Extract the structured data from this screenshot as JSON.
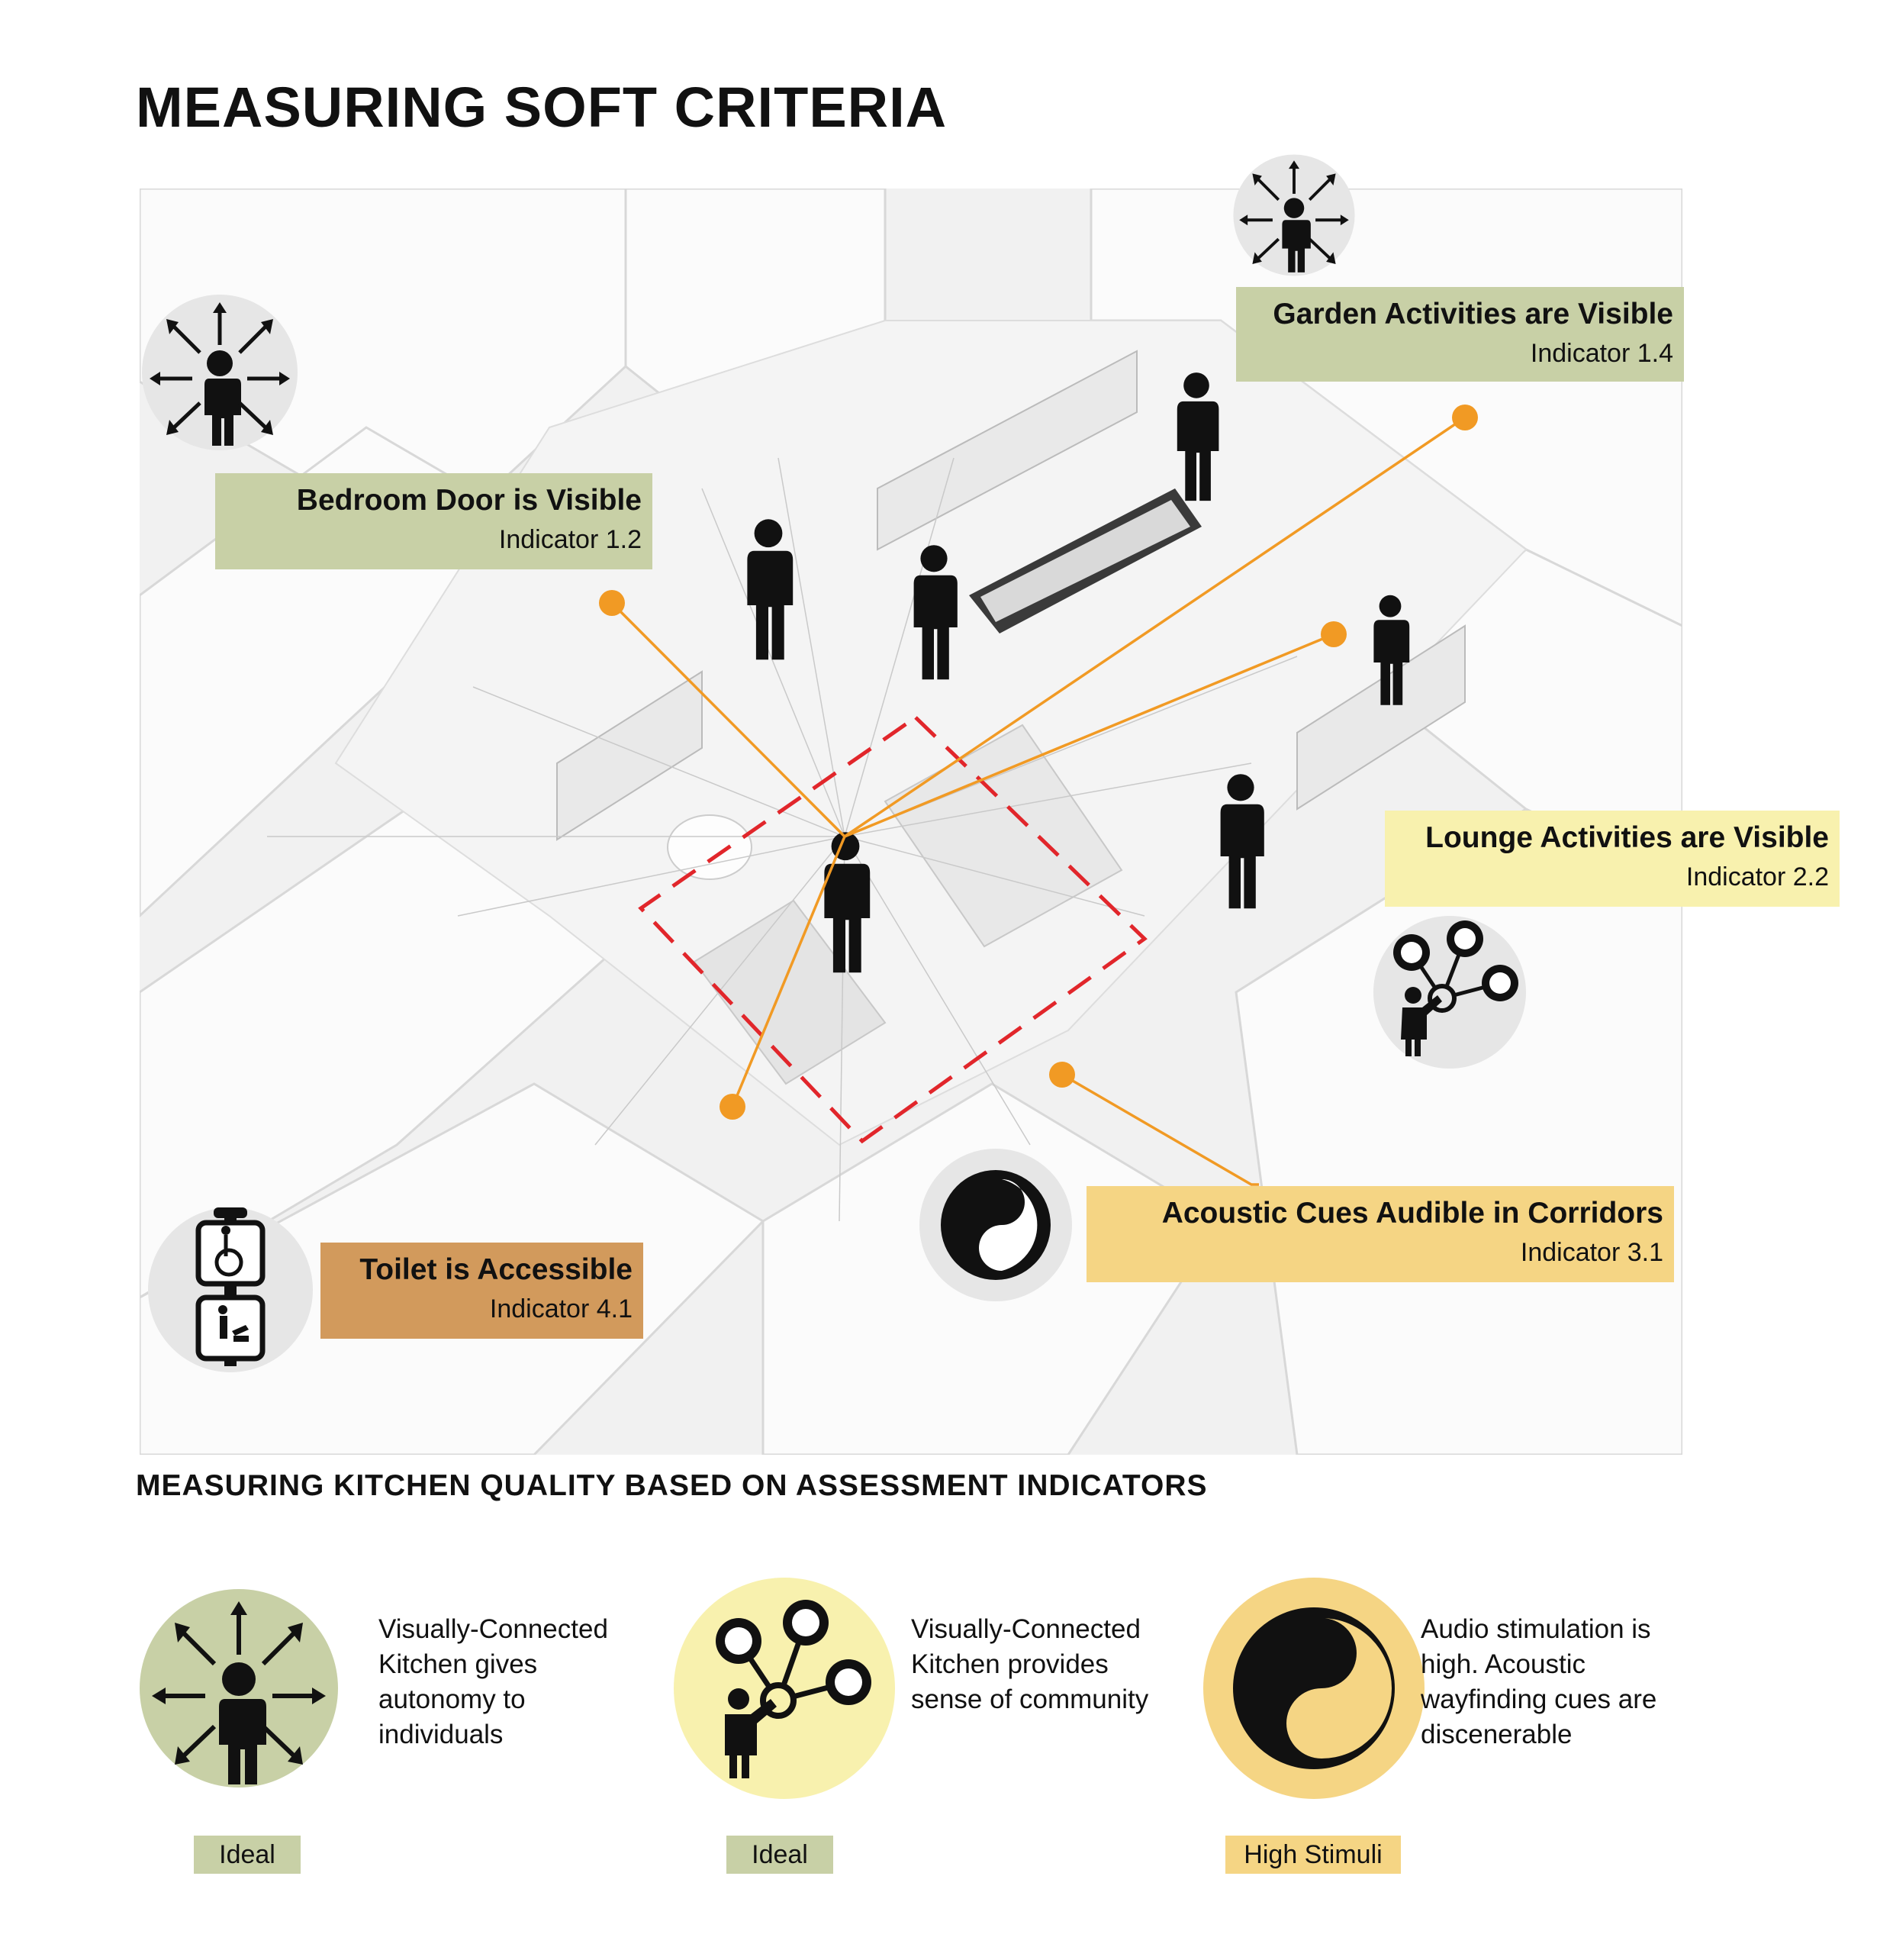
{
  "title": "MEASURING SOFT CRITERIA",
  "subtitle": "MEASURING KITCHEN QUALITY BASED ON ASSESSMENT INDICATORS",
  "colors": {
    "green": "#c8d0a6",
    "yellow": "#f8f1ae",
    "gold": "#f5d584",
    "brown": "#d29a5c",
    "orange": "#f19a24",
    "red_dash": "#e1262b"
  },
  "labels": {
    "garden": {
      "title": "Garden Activities are Visible",
      "indicator": "Indicator 1.4"
    },
    "bedroom": {
      "title": "Bedroom Door is Visible",
      "indicator": "Indicator 1.2"
    },
    "lounge": {
      "title": "Lounge Activities are Visible",
      "indicator": "Indicator 2.2"
    },
    "acoustic": {
      "title": "Acoustic Cues Audible in Corridors",
      "indicator": "Indicator 3.1"
    },
    "toilet": {
      "title": "Toilet is Accessible",
      "indicator": "Indicator 4.1"
    }
  },
  "legend": [
    {
      "icon": "autonomy-icon",
      "text": "Visually-Connected Kitchen gives autonomy to individuals",
      "status": "Ideal"
    },
    {
      "icon": "community-icon",
      "text": "Visually-Connected Kitchen provides sense of community",
      "status": "Ideal"
    },
    {
      "icon": "audio-icon",
      "text": "Audio stimulation is high. Acoustic wayfinding cues are discenerable",
      "status": "High Stimuli"
    }
  ]
}
